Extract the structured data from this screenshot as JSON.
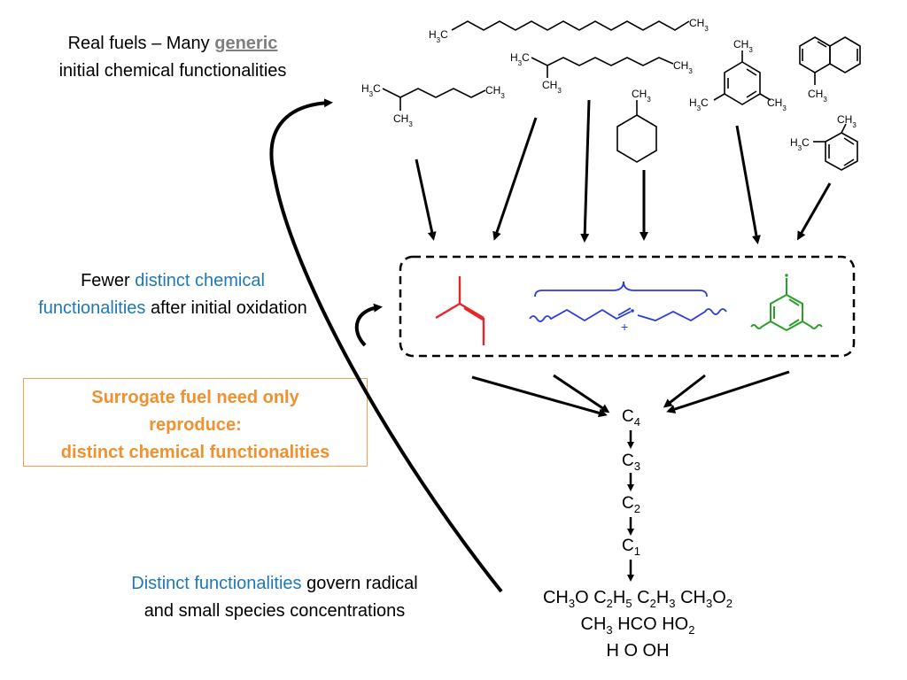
{
  "labels": {
    "real_fuels_prefix": "Real fuels – Many ",
    "real_fuels_generic": "generic",
    "real_fuels_suffix": "initial chemical functionalities",
    "fewer_prefix": "Fewer ",
    "fewer_blue": "distinct chemical functionalities",
    "fewer_suffix": " after initial oxidation",
    "surrogate_line1": "Surrogate fuel need only",
    "surrogate_line2": "reproduce:",
    "surrogate_line3": "distinct chemical functionalities",
    "distinct_blue": "Distinct functionalities",
    "distinct_suffix": " govern radical and small species concentrations"
  },
  "chain": [
    "C4",
    "C3",
    "C2",
    "C1"
  ],
  "species": {
    "line1": [
      "CH3O",
      "C2H5",
      "C2H3",
      "CH3O2"
    ],
    "line2": [
      "CH3",
      "HCO",
      "HO2"
    ],
    "line3": [
      "H",
      "O",
      "OH"
    ]
  },
  "molecule_labels": {
    "methyl": "CH3",
    "methyl_left": "H3C",
    "plus": "+"
  },
  "colors": {
    "alkene": "#e8262a",
    "radical": "#2a3bd6",
    "aromatic": "#2aa02a",
    "blue_text": "#1f78b4",
    "orange_text": "#f0902e"
  }
}
